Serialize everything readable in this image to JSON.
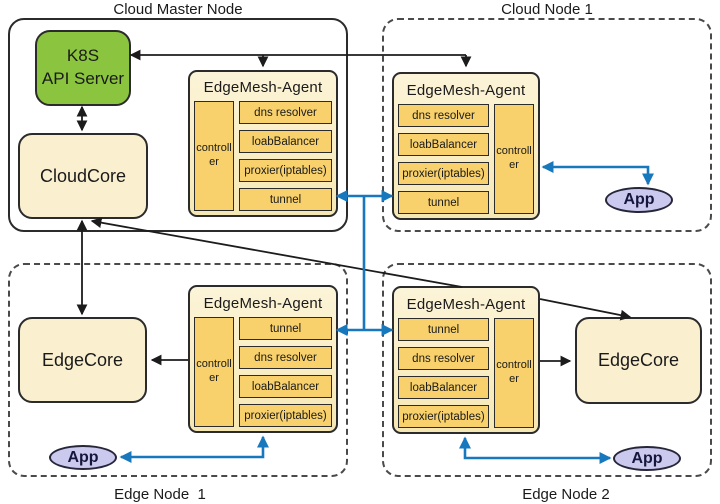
{
  "diagram": {
    "containers": {
      "cloud_master": {
        "title": "Cloud Master Node"
      },
      "cloud_node1": {
        "title": "Cloud Node 1"
      },
      "edge_node1": {
        "title": "Edge Node  1"
      },
      "edge_node2": {
        "title": "Edge Node 2"
      }
    },
    "components": {
      "k8s": {
        "line1": "K8S",
        "line2": "API Server"
      },
      "cloudcore": {
        "label": "CloudCore"
      },
      "edgecore1": {
        "label": "EdgeCore"
      },
      "edgecore2": {
        "label": "EdgeCore"
      }
    },
    "agents": {
      "cm": {
        "title": "EdgeMesh-Agent",
        "controller": "controller",
        "rows": [
          "dns resolver",
          "loabBalancer",
          "proxier(iptables)",
          "tunnel"
        ]
      },
      "cn1": {
        "title": "EdgeMesh-Agent",
        "controller": "controller",
        "rows": [
          "dns resolver",
          "loabBalancer",
          "proxier(iptables)",
          "tunnel"
        ]
      },
      "en1": {
        "title": "EdgeMesh-Agent",
        "controller": "controller",
        "rows": [
          "tunnel",
          "dns resolver",
          "loabBalancer",
          "proxier(iptables)"
        ]
      },
      "en2": {
        "title": "EdgeMesh-Agent",
        "controller": "controller",
        "rows": [
          "tunnel",
          "dns resolver",
          "loabBalancer",
          "proxier(iptables)"
        ]
      }
    },
    "apps": {
      "cn1": "App",
      "en1": "App",
      "en2": "App"
    },
    "colors": {
      "accent_blue": "#1878BE",
      "box_gold": "#F8D16C",
      "box_cream": "#FAF0D0",
      "k8s_green": "#8BC53F",
      "app_lavender": "#CBC9EE",
      "line_black": "#1c1c1c"
    }
  }
}
